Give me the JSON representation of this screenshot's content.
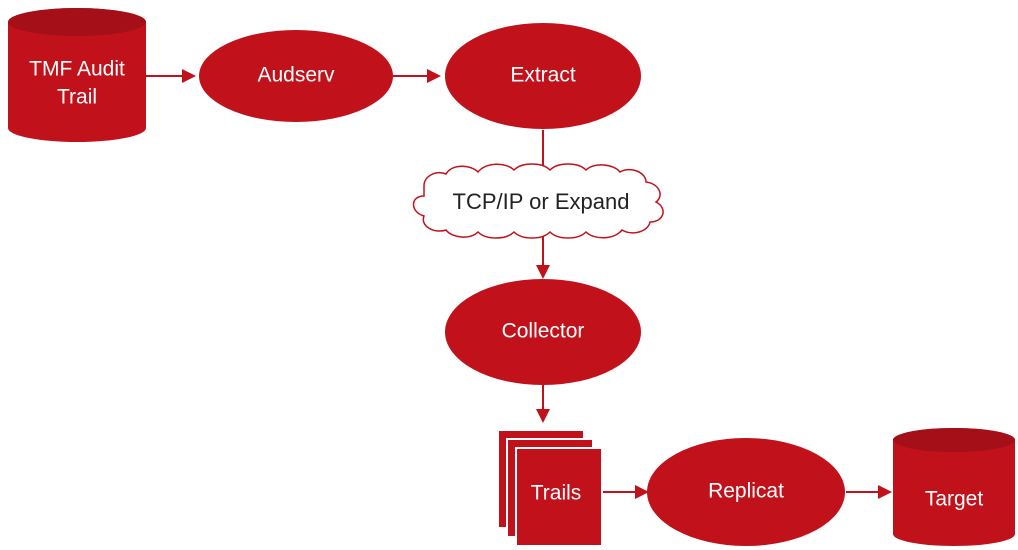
{
  "colors": {
    "node_fill": "#c1121b",
    "node_text": "#ffffff",
    "edge": "#c1121b",
    "cloud_text": "#222222"
  },
  "nodes": {
    "tmf_audit_trail": {
      "line1": "TMF Audit",
      "line2": "Trail",
      "shape": "database-cylinder"
    },
    "audserv": {
      "label": "Audserv",
      "shape": "ellipse"
    },
    "extract": {
      "label": "Extract",
      "shape": "ellipse"
    },
    "network": {
      "label": "TCP/IP or Expand",
      "shape": "cloud"
    },
    "collector": {
      "label": "Collector",
      "shape": "ellipse"
    },
    "trails": {
      "label": "Trails",
      "shape": "stacked-documents"
    },
    "replicat": {
      "label": "Replicat",
      "shape": "ellipse"
    },
    "target": {
      "label": "Target",
      "shape": "database-cylinder"
    }
  },
  "edges": [
    {
      "from": "tmf_audit_trail",
      "to": "audserv"
    },
    {
      "from": "audserv",
      "to": "extract"
    },
    {
      "from": "extract",
      "to": "network"
    },
    {
      "from": "network",
      "to": "collector"
    },
    {
      "from": "collector",
      "to": "trails"
    },
    {
      "from": "trails",
      "to": "replicat"
    },
    {
      "from": "replicat",
      "to": "target"
    }
  ]
}
